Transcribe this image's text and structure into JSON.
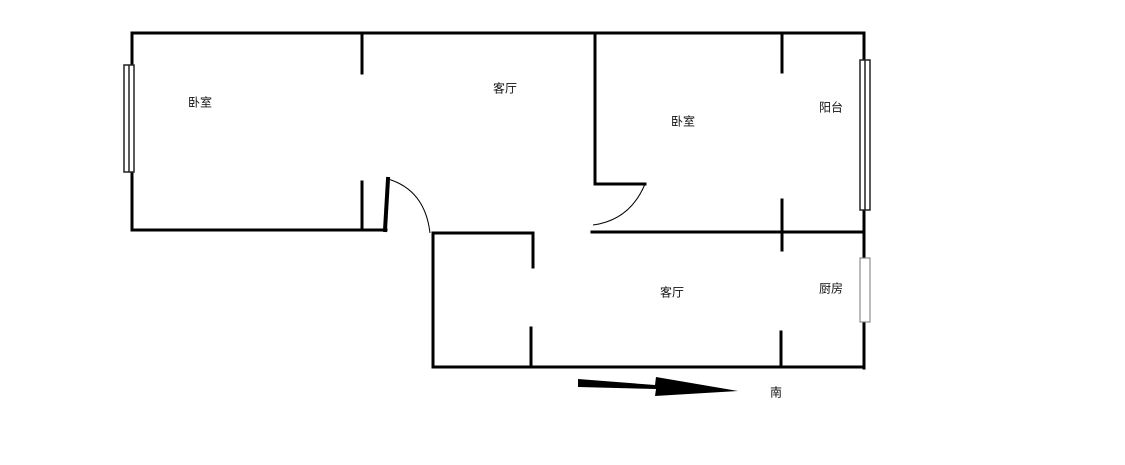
{
  "rooms": {
    "bedroom_west": "卧室",
    "living_north": "客厅",
    "bedroom_east": "卧室",
    "balcony": "阳台",
    "living_south": "客厅",
    "kitchen": "厨房"
  },
  "compass": {
    "label": "南",
    "icon": "arrow-right-icon"
  },
  "colors": {
    "wall": "#000000",
    "window": "#333333",
    "window_light": "#888888"
  }
}
